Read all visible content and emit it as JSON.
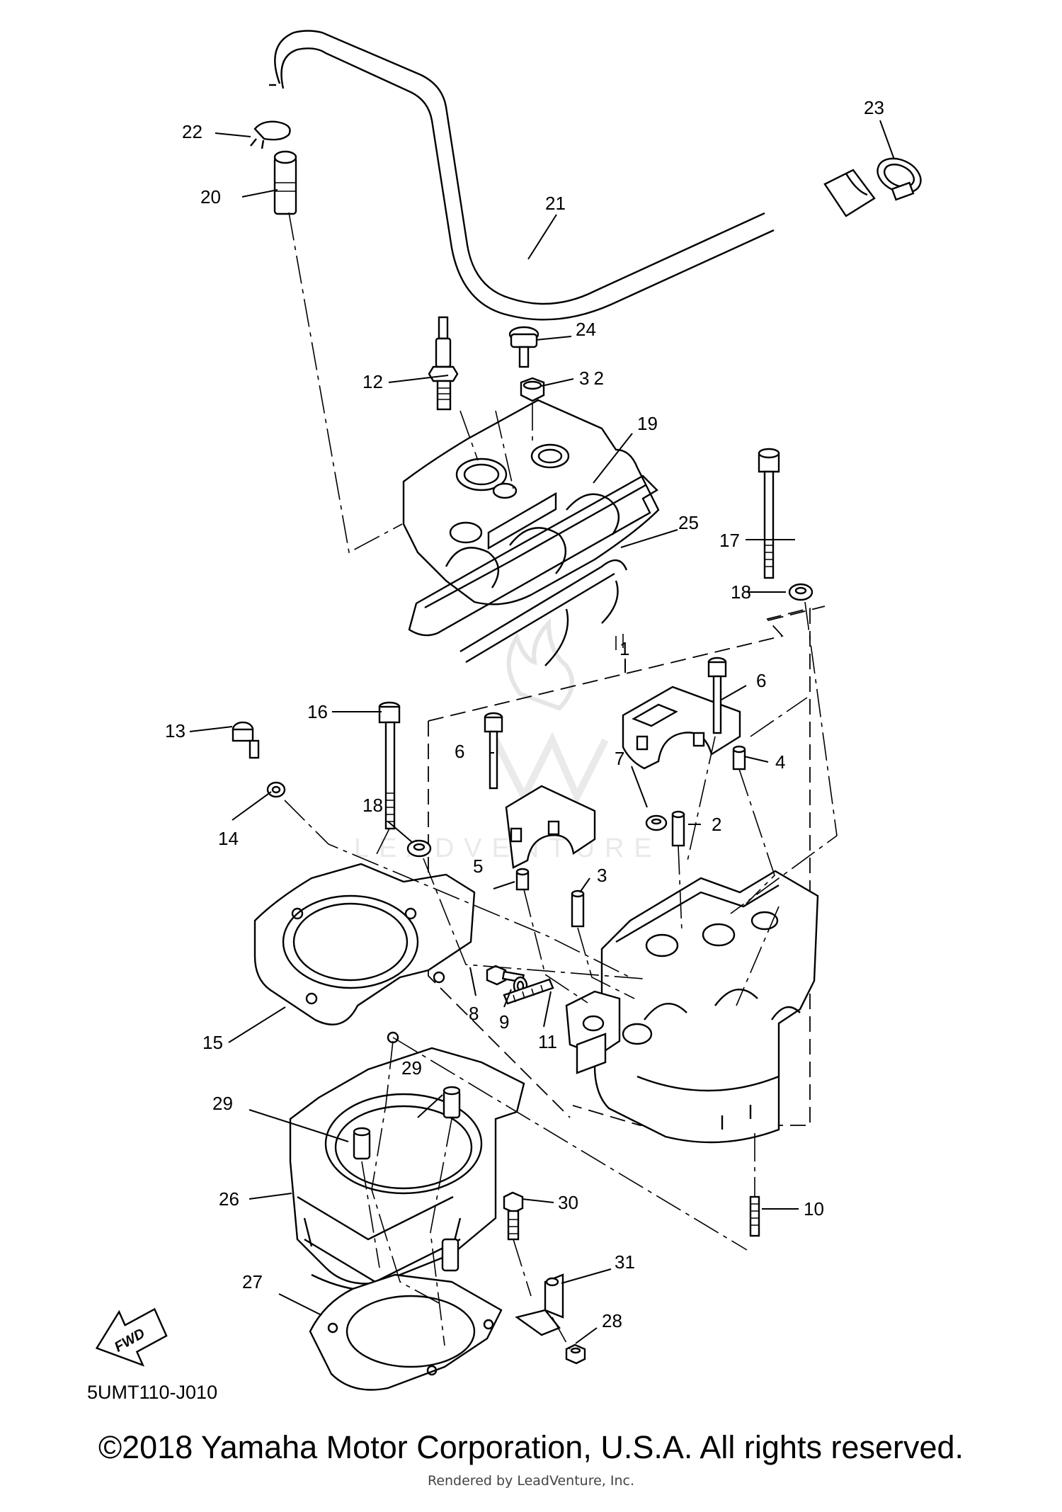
{
  "diagram_code": "5UMT110-J010",
  "fwd_label": "FWD",
  "copyright": "©2018 Yamaha Motor Corporation, U.S.A. All rights reserved.",
  "rendered_by": "Rendered by LeadVenture, Inc.",
  "watermark_text": "LEADVENTURE",
  "callouts": [
    {
      "id": "c1",
      "label": "1"
    },
    {
      "id": "c2",
      "label": "2"
    },
    {
      "id": "c3",
      "label": "3"
    },
    {
      "id": "c4",
      "label": "4"
    },
    {
      "id": "c5",
      "label": "5"
    },
    {
      "id": "c6a",
      "label": "6"
    },
    {
      "id": "c6b",
      "label": "6"
    },
    {
      "id": "c7",
      "label": "7"
    },
    {
      "id": "c8",
      "label": "8"
    },
    {
      "id": "c9",
      "label": "9"
    },
    {
      "id": "c10",
      "label": "10"
    },
    {
      "id": "c11",
      "label": "11"
    },
    {
      "id": "c12",
      "label": "12"
    },
    {
      "id": "c13",
      "label": "13"
    },
    {
      "id": "c14",
      "label": "14"
    },
    {
      "id": "c15",
      "label": "15"
    },
    {
      "id": "c16",
      "label": "16"
    },
    {
      "id": "c17",
      "label": "17"
    },
    {
      "id": "c18a",
      "label": "18"
    },
    {
      "id": "c18b",
      "label": "18"
    },
    {
      "id": "c19",
      "label": "19"
    },
    {
      "id": "c20",
      "label": "20"
    },
    {
      "id": "c21",
      "label": "21"
    },
    {
      "id": "c22",
      "label": "22"
    },
    {
      "id": "c23",
      "label": "23"
    },
    {
      "id": "c24",
      "label": "24"
    },
    {
      "id": "c25",
      "label": "25"
    },
    {
      "id": "c26",
      "label": "26"
    },
    {
      "id": "c27",
      "label": "27"
    },
    {
      "id": "c28",
      "label": "28"
    },
    {
      "id": "c29a",
      "label": "29"
    },
    {
      "id": "c29b",
      "label": "29"
    },
    {
      "id": "c30",
      "label": "30"
    },
    {
      "id": "c31",
      "label": "31"
    },
    {
      "id": "c32",
      "label": "32"
    }
  ]
}
